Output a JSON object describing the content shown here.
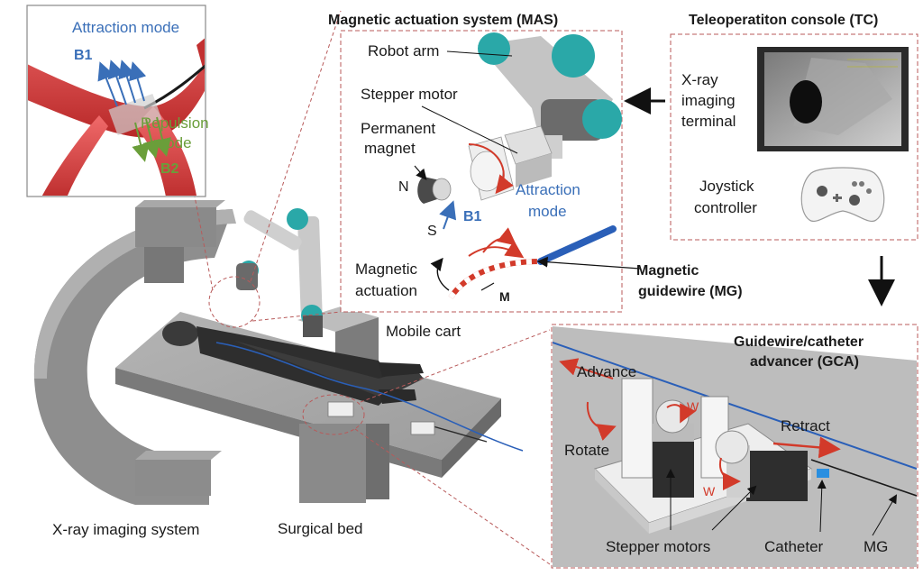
{
  "inset_tl": {
    "attraction_mode": "Attraction mode",
    "b1": "B1",
    "repulsion": "Repulsion",
    "mode": "mode",
    "b2": "B2"
  },
  "mas": {
    "title": "Magnetic actuation system (MAS)",
    "robot_arm": "Robot arm",
    "stepper_motor": "Stepper motor",
    "permanent": "Permanent",
    "magnet": "magnet",
    "n": "N",
    "s": "S",
    "b1": "B1",
    "attraction": "Attraction",
    "mode": "mode",
    "magnetic": "Magnetic",
    "actuation": "actuation",
    "m": "M"
  },
  "tc": {
    "title": "Teleoperatiton console (TC)",
    "xray": "X-ray",
    "imaging": "imaging",
    "terminal": "terminal",
    "joystick": "Joystick",
    "controller": "controller"
  },
  "mg": {
    "line1": "Magnetic",
    "line2": "guidewire (MG)"
  },
  "gca": {
    "line1": "Guidewire/catheter",
    "line2": "advancer (GCA)",
    "advance": "Advance",
    "rotate": "Rotate",
    "retract": "Retract",
    "w1": "W",
    "w2": "W",
    "stepper_motors": "Stepper motors",
    "catheter": "Catheter",
    "mg": "MG"
  },
  "scene": {
    "mobile_cart": "Mobile cart",
    "xray_system": "X-ray imaging system",
    "surgical_bed": "Surgical bed"
  },
  "colors": {
    "vessel": "#d63a3a",
    "field_blue": "#3a6fb8",
    "field_green": "#6a9e3a",
    "accent_red": "#d23a2a",
    "teal": "#2aa8a8",
    "guidewire_blue": "#2a5fb8",
    "panel_grey": "#9a9a9a",
    "dashed_red": "#b85a5a"
  }
}
